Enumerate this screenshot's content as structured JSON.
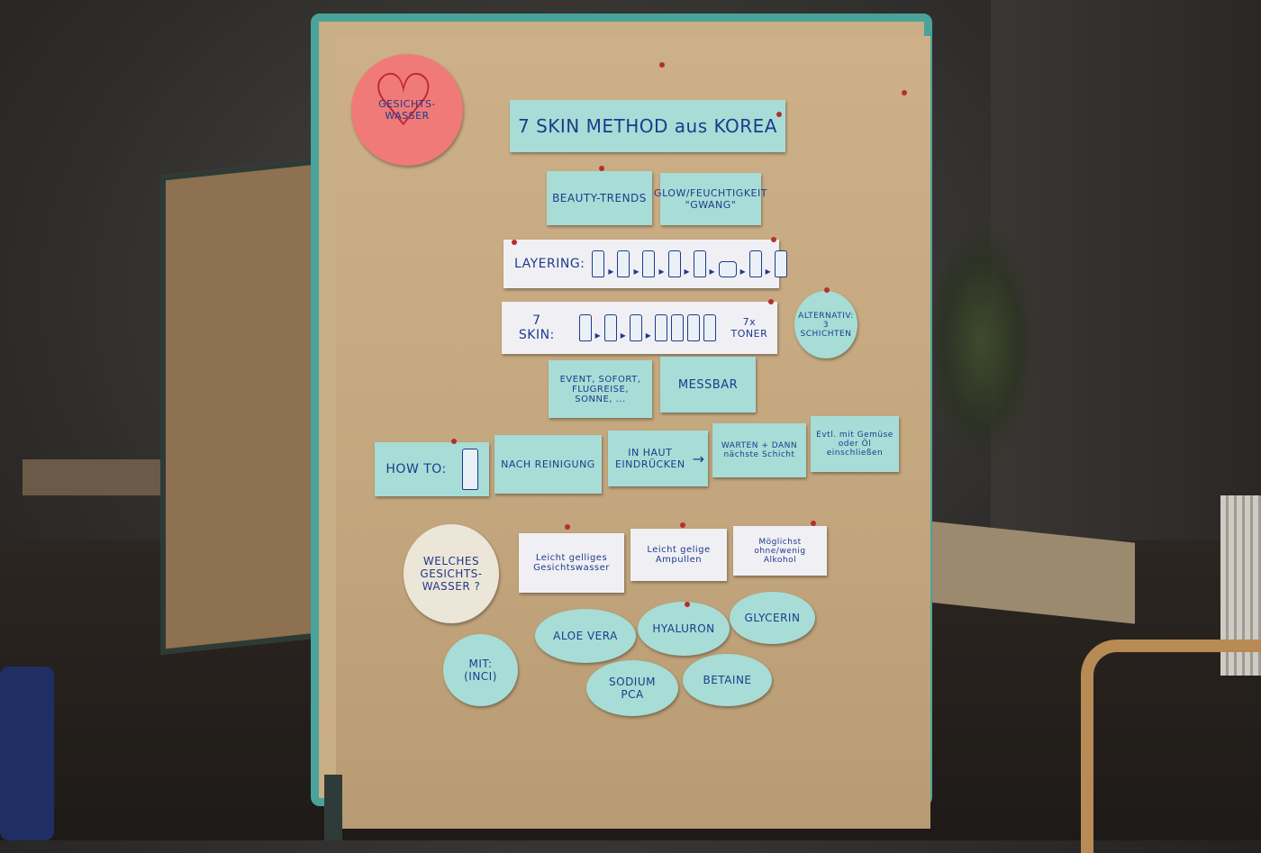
{
  "board": {
    "title": "7 SKIN METHOD aus KOREA",
    "heart_label": "GESICHTS-WASSER",
    "topics": [
      "BEAUTY-TRENDS",
      "GLOW/FEUCHTIGKEIT \"GWANG\""
    ],
    "layering_label": "LAYERING:",
    "seven_skin_label": "7 SKIN:",
    "seven_skin_suffix": "7x TONER",
    "alternative": "ALTERNATIV: 3 SCHICHTEN",
    "event_note": "EVENT, SOFORT, FLUGREISE, SONNE, ...",
    "measurable": "MESSBAR",
    "how_to_label": "HOW TO:",
    "how_to_steps": [
      "NACH REINIGUNG",
      "IN HAUT EINDRÜCKEN",
      "WARTEN + DANN nächste Schicht",
      "Evtl. mit Gemüse oder Öl einschließen"
    ],
    "question": "WELCHES GESICHTS-WASSER ?",
    "criteria": [
      "Leicht gelliges Gesichtswasser",
      "Leicht gelige Ampullen",
      "Möglichst ohne/wenig Alkohol"
    ],
    "with_label": "MIT: (INCI)",
    "ingredients": [
      "ALOE VERA",
      "HYALURON",
      "GLYCERIN",
      "SODIUM PCA",
      "BETAINE"
    ]
  },
  "colors": {
    "card_teal": "#a7ddd6",
    "heart_red": "#f07a78",
    "ink": "#1e3a8c",
    "frame": "#49a39b"
  }
}
